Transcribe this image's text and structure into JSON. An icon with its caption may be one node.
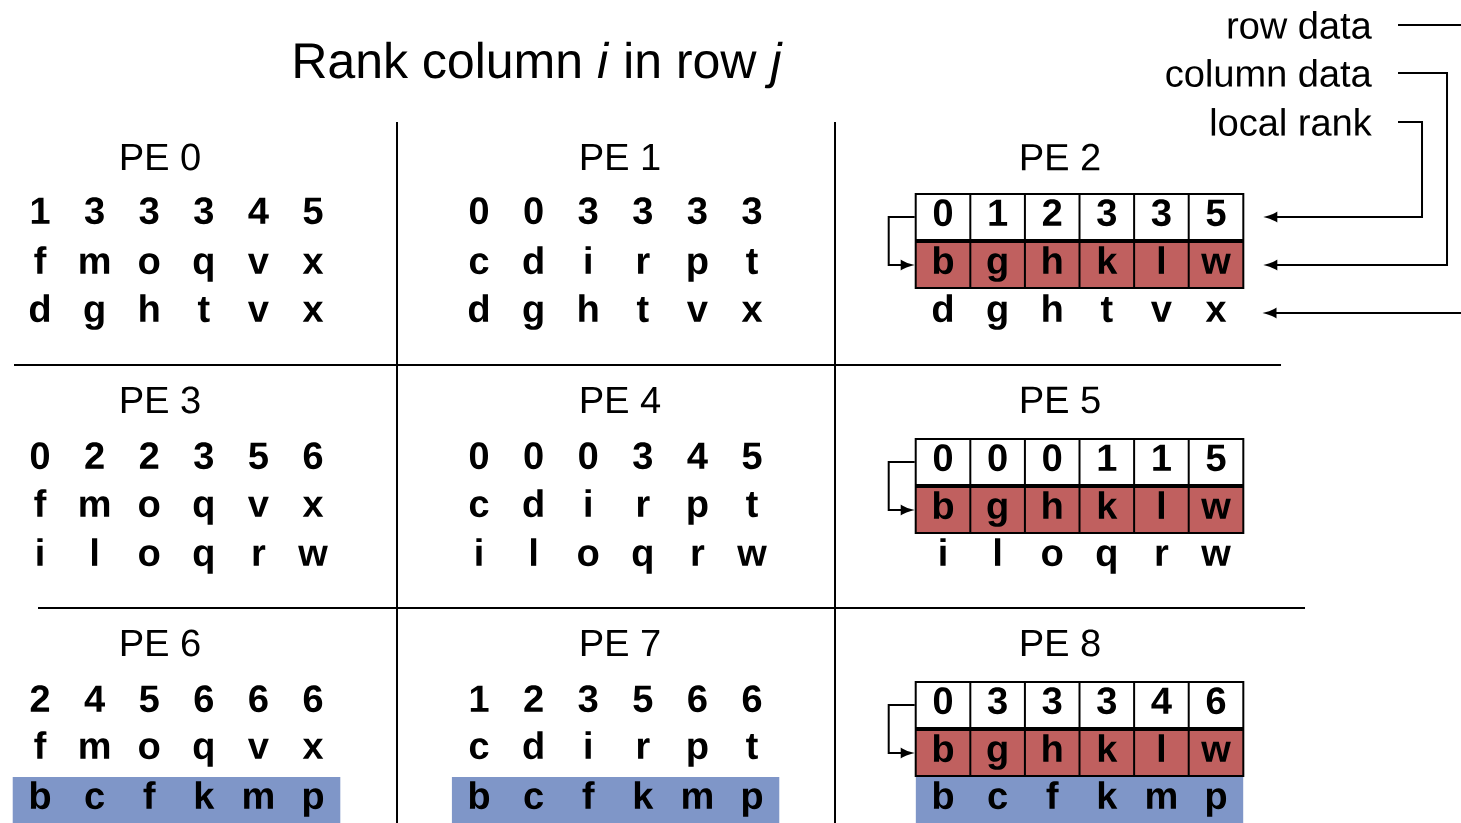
{
  "diagram": {
    "title": "Rank column *i* in row *j*",
    "nodes": [
      {
        "text": [
          "row data"
        ]
      },
      {
        "text": [
          "column data"
        ]
      },
      {
        "text": [
          "local rank"
        ]
      },
      {
        "text": [
          "1",
          "3",
          "3",
          "3",
          "4",
          "5"
        ]
      },
      {
        "text": [
          "f",
          "m",
          "o",
          "q",
          "v",
          "x"
        ]
      },
      {
        "text": [
          "d",
          "g",
          "h",
          "t",
          "v",
          "x"
        ]
      },
      {
        "text": [
          "0",
          "0",
          "3",
          "3",
          "3",
          "3"
        ]
      },
      {
        "text": [
          "c",
          "d",
          "i",
          "r",
          "p",
          "t"
        ]
      },
      {
        "text": [
          "d",
          "g",
          "h",
          "t",
          "v",
          "x"
        ]
      },
      {
        "text": [
          "0",
          "1",
          "2",
          "3",
          "3",
          "5"
        ]
      },
      {
        "text": [
          "b",
          "g",
          "h",
          "k",
          "l",
          "w"
        ]
      },
      {
        "text": [
          "d",
          "g",
          "h",
          "t",
          "v",
          "x"
        ]
      },
      {
        "text": [
          "0",
          "2",
          "2",
          "3",
          "5",
          "6"
        ]
      },
      {
        "text": [
          "f",
          "m",
          "o",
          "q",
          "v",
          "x"
        ]
      },
      {
        "text": [
          "i",
          "l",
          "o",
          "q",
          "r",
          "w"
        ]
      },
      {
        "text": [
          "0",
          "0",
          "0",
          "3",
          "4",
          "5"
        ]
      },
      {
        "text": [
          "c",
          "d",
          "i",
          "r",
          "p",
          "t"
        ]
      },
      {
        "text": [
          "i",
          "l",
          "o",
          "q",
          "r",
          "w"
        ]
      },
      {
        "text": [
          "0",
          "0",
          "0",
          "1",
          "1",
          "5"
        ]
      },
      {
        "text": [
          "b",
          "g",
          "h",
          "k",
          "l",
          "w"
        ]
      },
      {
        "text": [
          "i",
          "l",
          "o",
          "q",
          "r",
          "w"
        ]
      },
      {
        "text": [
          "2",
          "4",
          "5",
          "6",
          "6",
          "6"
        ]
      },
      {
        "text": [
          "f",
          "m",
          "o",
          "q",
          "v",
          "x"
        ]
      },
      {
        "text": [
          "b",
          "c",
          "f",
          "k",
          "m",
          "p"
        ]
      },
      {
        "text": [
          "1",
          "2",
          "3",
          "5",
          "6",
          "6"
        ]
      },
      {
        "text": [
          "c",
          "d",
          "i",
          "r",
          "p",
          "t"
        ]
      },
      {
        "text": [
          "b",
          "c",
          "f",
          "k",
          "m",
          "p"
        ]
      },
      {
        "text": [
          "0",
          "3",
          "3",
          "3",
          "4",
          "6"
        ]
      },
      {
        "text": [
          "b",
          "g",
          "h",
          "k",
          "l",
          "w"
        ]
      },
      {
        "text": [
          "b",
          "c",
          "f",
          "k",
          "m",
          "p"
        ]
      }
    ],
    "edges": [
      {
        "from": 0,
        "to": null,
        "arrow": "none"
      },
      {
        "from": null,
        "to": 11,
        "arrow": "to"
      },
      {
        "from": 1,
        "to": 10,
        "arrow": "to"
      },
      {
        "from": 2,
        "to": 9,
        "arrow": "to"
      },
      {
        "from": 9,
        "to": 10,
        "arrow": "to"
      },
      {
        "from": 18,
        "to": 19,
        "arrow": "to"
      },
      {
        "from": 27,
        "to": 28,
        "arrow": "to"
      }
    ],
    "labels": [
      "PE 0",
      "PE 1",
      "PE 2",
      "PE 3",
      "PE 4",
      "PE 5",
      "PE 6",
      "PE 7",
      "PE 8"
    ]
  }
}
